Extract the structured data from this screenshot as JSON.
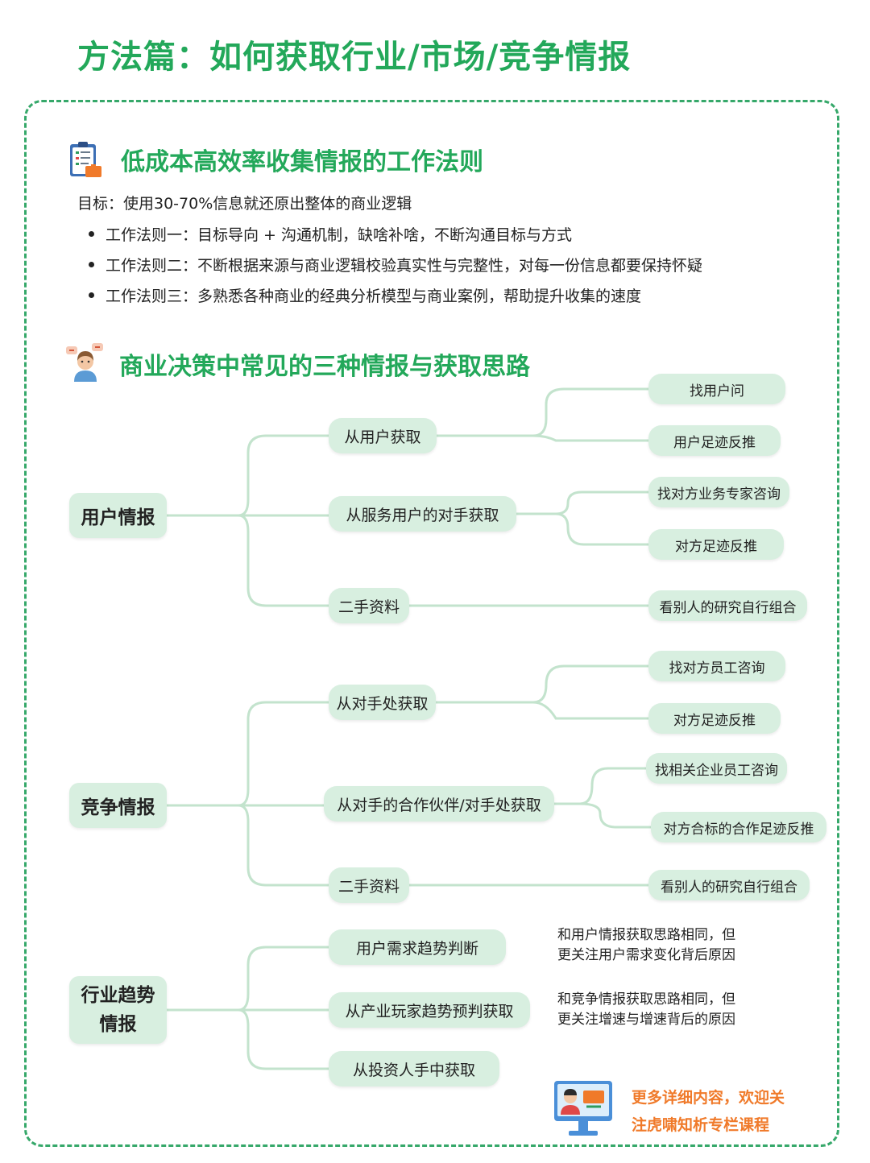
{
  "title": "方法篇：如何获取行业/市场/竞争情报",
  "section1": {
    "icon": "clipboard-icon",
    "title": "低成本高效率收集情报的工作法则",
    "goal": "目标：使用30-70%信息就还原出整体的商业逻辑",
    "rules": [
      "工作法则一：目标导向 + 沟通机制，缺啥补啥，不断沟通目标与方式",
      "工作法则二：不断根据来源与商业逻辑校验真实性与完整性，对每一份信息都要保持怀疑",
      "工作法则三：多熟悉各种商业的经典分析模型与商业案例，帮助提升收集的速度"
    ]
  },
  "section2": {
    "icon": "thinking-person-icon",
    "title": "商业决策中常见的三种情报与获取思路"
  },
  "tree": {
    "user": {
      "root": "用户情报",
      "b1": "从用户获取",
      "b1_l1": "找用户问",
      "b1_l2": "用户足迹反推",
      "b2": "从服务用户的对手获取",
      "b2_l1": "找对方业务专家咨询",
      "b2_l2": "对方足迹反推",
      "b3": "二手资料",
      "b3_l1": "看别人的研究自行组合"
    },
    "compete": {
      "root": "竞争情报",
      "b1": "从对手处获取",
      "b1_l1": "找对方员工咨询",
      "b1_l2": "对方足迹反推",
      "b2": "从对手的合作伙伴/对手处获取",
      "b2_l1": "找相关企业员工咨询",
      "b2_l2": "对方合标的合作足迹反推",
      "b3": "二手资料",
      "b3_l1": "看别人的研究自行组合"
    },
    "trend": {
      "root_line1": "行业趋势",
      "root_line2": "情报",
      "b1": "用户需求趋势判断",
      "b2": "从产业玩家趋势预判获取",
      "b3": "从投资人手中获取",
      "note1_line1": "和用户情报获取思路相同，但",
      "note1_line2": "更关注用户需求变化背后原因",
      "note2_line1": "和竞争情报获取思路相同，但",
      "note2_line2": "更关注增速与增速背后的原因"
    }
  },
  "promo": {
    "icon": "computer-learning-icon",
    "line1": "更多详细内容，欢迎关",
    "line2": "注虎啸知析专栏课程"
  },
  "colors": {
    "accent": "#23a85a",
    "node_fill": "#d8efe0",
    "connector": "#c3e3cd",
    "promo": "#f07a2a"
  }
}
